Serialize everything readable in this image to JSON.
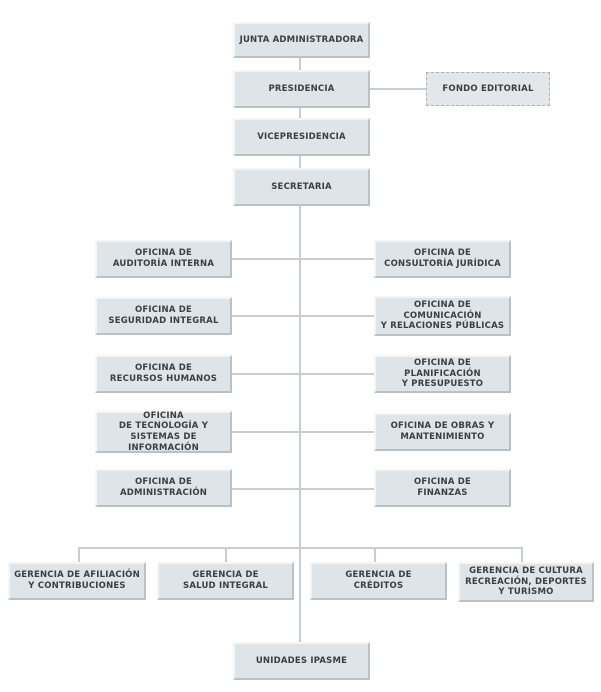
{
  "colors": {
    "box": "#dfe4e8",
    "connector": "#c8cdd1",
    "text": "#3a3f44"
  },
  "org_chart": {
    "main": [
      {
        "id": "junta",
        "label": "JUNTA ADMINISTRADORA"
      },
      {
        "id": "presidencia",
        "label": "PRESIDENCIA"
      },
      {
        "id": "vicepresidencia",
        "label": "VICEPRESIDENCIA"
      },
      {
        "id": "secretaria",
        "label": "SECRETARIA"
      }
    ],
    "staff": {
      "label": "FONDO EDITORIAL"
    },
    "offices_left": [
      {
        "label": "OFICINA DE\nAUDITORÍA INTERNA"
      },
      {
        "label": "OFICINA DE\nSEGURIDAD INTEGRAL"
      },
      {
        "label": "OFICINA DE\nRECURSOS HUMANOS"
      },
      {
        "label": "OFICINA\nDE TECNOLOGÍA Y\nSISTEMAS DE INFORMACIÓN"
      },
      {
        "label": "OFICINA DE\nADMINISTRACIÓN"
      }
    ],
    "offices_right": [
      {
        "label": "OFICINA DE\nCONSULTORÍA JURÍDICA"
      },
      {
        "label": "OFICINA DE\nCOMUNICACIÓN\nY RELACIONES PÚBLICAS"
      },
      {
        "label": "OFICINA DE PLANIFICACIÓN\nY PRESUPUESTO"
      },
      {
        "label": "OFICINA DE OBRAS Y\nMANTENIMIENTO"
      },
      {
        "label": "OFICINA DE\nFINANZAS"
      }
    ],
    "gerencias": [
      {
        "label": "GERENCIA DE AFILIACIÓN\nY CONTRIBUCIONES"
      },
      {
        "label": "GERENCIA DE\nSALUD INTEGRAL"
      },
      {
        "label": "GERENCIA DE\nCRÉDITOS"
      },
      {
        "label": "GERENCIA DE CULTURA\nRECREACIÓN, DEPORTES\nY TURISMO"
      }
    ],
    "bottom": {
      "label": "UNIDADES IPASME"
    }
  }
}
